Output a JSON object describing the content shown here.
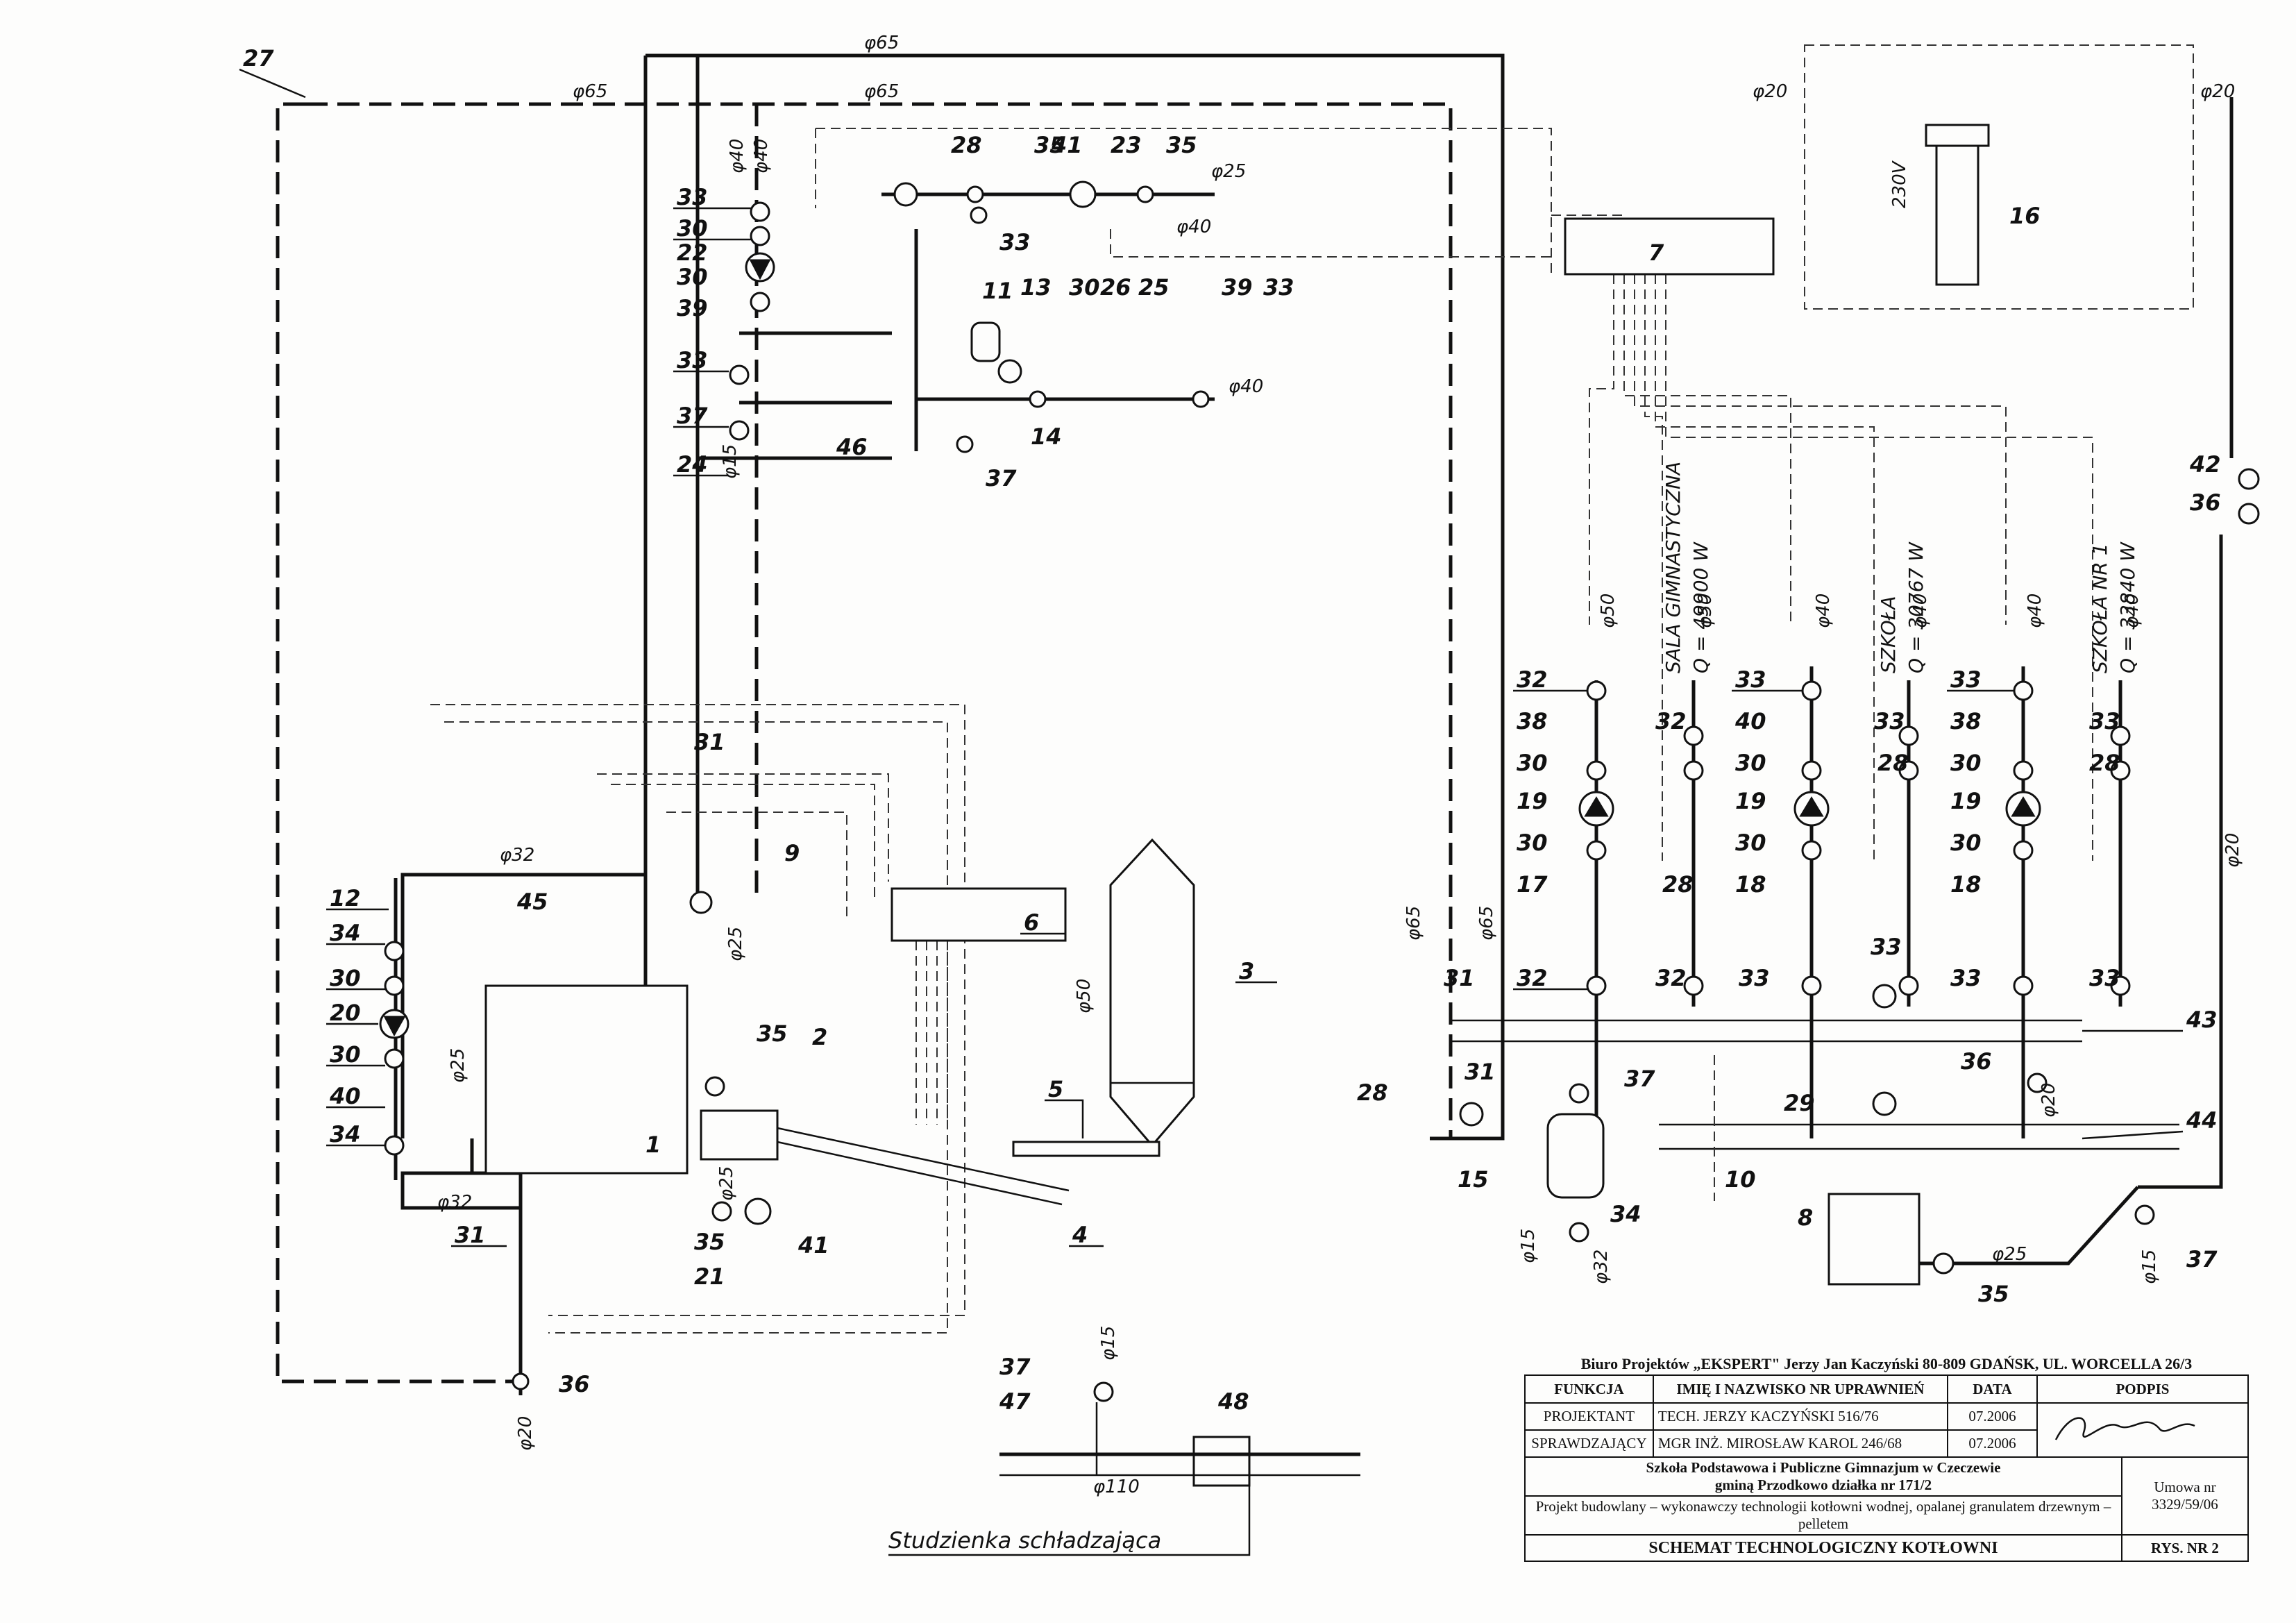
{
  "labels": {
    "n1": "1",
    "n2": "2",
    "n3": "3",
    "n4": "4",
    "n5": "5",
    "n6": "6",
    "n7": "7",
    "n8": "8",
    "n9": "9",
    "n10": "10",
    "n11": "11",
    "n12": "12",
    "n13": "13",
    "n14": "14",
    "n15": "15",
    "n16": "16",
    "n17": "17",
    "n18": "18",
    "n19": "19",
    "n20": "20",
    "n21": "21",
    "n22": "22",
    "n23": "23",
    "n24": "24",
    "n25": "25",
    "n26": "26",
    "n27": "27",
    "n28": "28",
    "n29": "29",
    "n30": "30",
    "n31": "31",
    "n32": "32",
    "n33": "33",
    "n34": "34",
    "n35": "35",
    "n36": "36",
    "n37": "37",
    "n38": "38",
    "n39": "39",
    "n40": "40",
    "n41": "41",
    "n42": "42",
    "n43": "43",
    "n44": "44",
    "n45": "45",
    "n46": "46",
    "n47": "47",
    "n48": "48"
  },
  "dims": {
    "d65": "φ65",
    "d40": "φ40",
    "d32": "φ32",
    "d25": "φ25",
    "d20": "φ20",
    "d15": "φ15",
    "d50": "φ50",
    "d110": "φ110",
    "v230": "230V"
  },
  "circuits": {
    "gym_name": "SALA GIMNASTYCZNA",
    "gym_q": "Q = 49900 W",
    "school_name": "SZKOŁA",
    "school_q": "Q = 30767 W",
    "school1_name": "SZKOŁA NR 1",
    "school1_q": "Q = 33840 W"
  },
  "notes": {
    "cooling_well": "Studzienka schładzająca"
  },
  "title_block": {
    "office": "Biuro Projektów „EKSPERT\" Jerzy Jan Kaczyński   80-809 GDAŃSK, UL. WORCELLA 26/3",
    "headers": {
      "function": "FUNKCJA",
      "name": "IMIĘ I NAZWISKO NR UPRAWNIEŃ",
      "date": "DATA",
      "sign": "PODPIS"
    },
    "rows": [
      {
        "function": "PROJEKTANT",
        "name": "TECH. JERZY KACZYŃSKI   516/76",
        "date": "07.2006"
      },
      {
        "function": "SPRAWDZAJĄCY",
        "name": "MGR INŻ. MIROSŁAW KAROL   246/68",
        "date": "07.2006"
      }
    ],
    "school": "Szkoła Podstawowa i Publiczne Gimnazjum w Czeczewie",
    "location": "gminą Przodkowo działka nr 171/2",
    "contract_label": "Umowa nr",
    "contract_no": "3329/59/06",
    "project": "Projekt budowlany – wykonawczy technologii kotłowni wodnej, opalanej granulatem drzewnym – pelletem",
    "drawing_title": "SCHEMAT TECHNOLOGICZNY KOTŁOWNI",
    "drawing_no": "RYS. NR 2"
  }
}
